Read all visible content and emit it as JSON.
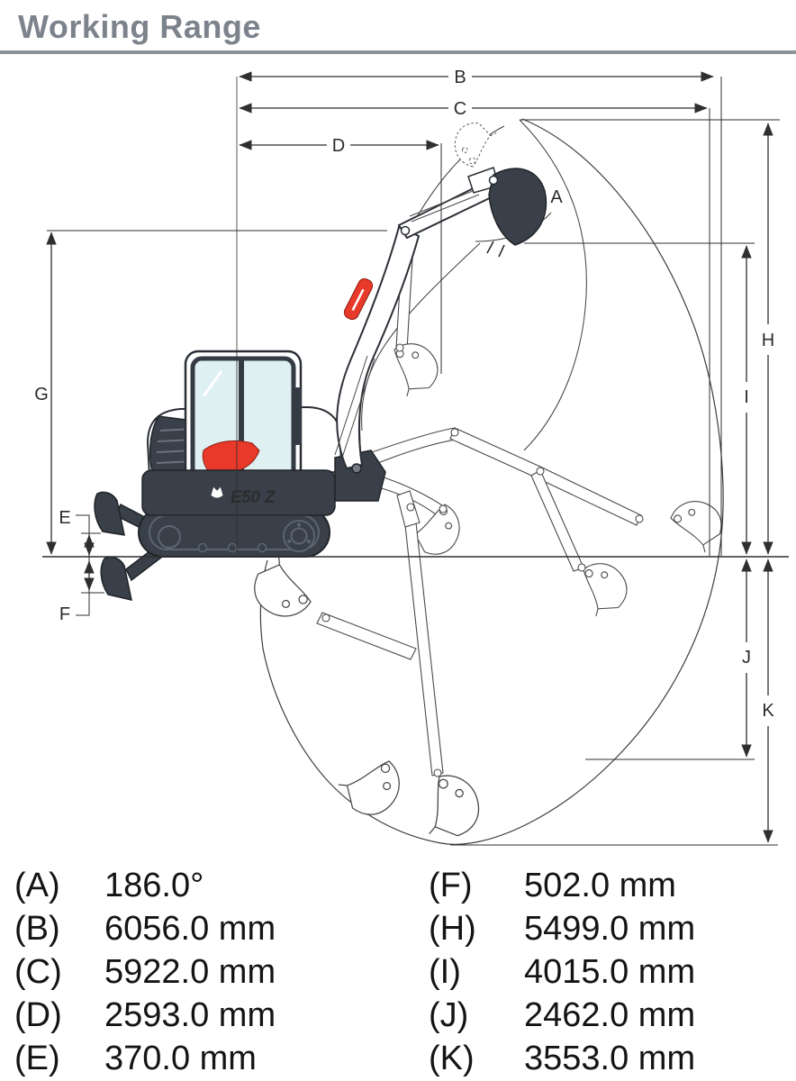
{
  "title": "Working Range",
  "diagram": {
    "dim_labels": {
      "A": "A",
      "B": "B",
      "C": "C",
      "D": "D",
      "E": "E",
      "F": "F",
      "G": "G",
      "H": "H",
      "I": "I",
      "J": "J",
      "K": "K"
    },
    "machine": {
      "model_text": "E50",
      "model_suffix": "Z"
    },
    "colors": {
      "accent_red": "#e8392a",
      "machine_dark": "#394049",
      "line_dark": "#2f2f2f",
      "title_gray": "#7d838c",
      "glass_tint": "#dff0f2"
    }
  },
  "specs": {
    "left": [
      {
        "label": "(A)",
        "value": "186.0°"
      },
      {
        "label": "(B)",
        "value": "6056.0 mm"
      },
      {
        "label": "(C)",
        "value": "5922.0 mm"
      },
      {
        "label": "(D)",
        "value": "2593.0 mm"
      },
      {
        "label": "(E)",
        "value": "370.0 mm"
      }
    ],
    "right": [
      {
        "label": "(F)",
        "value": "502.0 mm"
      },
      {
        "label": "(H)",
        "value": "5499.0 mm"
      },
      {
        "label": "(I)",
        "value": "4015.0 mm"
      },
      {
        "label": "(J)",
        "value": "2462.0 mm"
      },
      {
        "label": "(K)",
        "value": "3553.0 mm"
      }
    ]
  }
}
